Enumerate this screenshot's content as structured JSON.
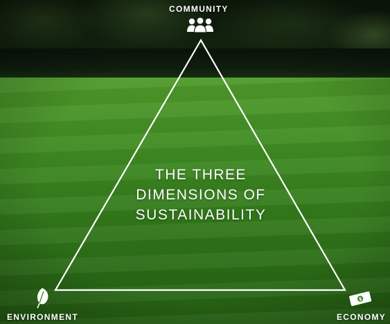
{
  "diagram": {
    "title_lines": [
      "THE THREE",
      "DIMENSIONS OF",
      "SUSTAINABILITY"
    ],
    "vertices": {
      "top": {
        "label": "COMMUNITY",
        "icon": "community-icon"
      },
      "bottom_left": {
        "label": "ENVIRONMENT",
        "icon": "leaf-icon"
      },
      "bottom_right": {
        "label": "ECONOMY",
        "icon": "money-icon"
      }
    }
  },
  "colors": {
    "line": "#ffffff",
    "grass": "#3f8a22",
    "trees": "#0e1a0b"
  }
}
